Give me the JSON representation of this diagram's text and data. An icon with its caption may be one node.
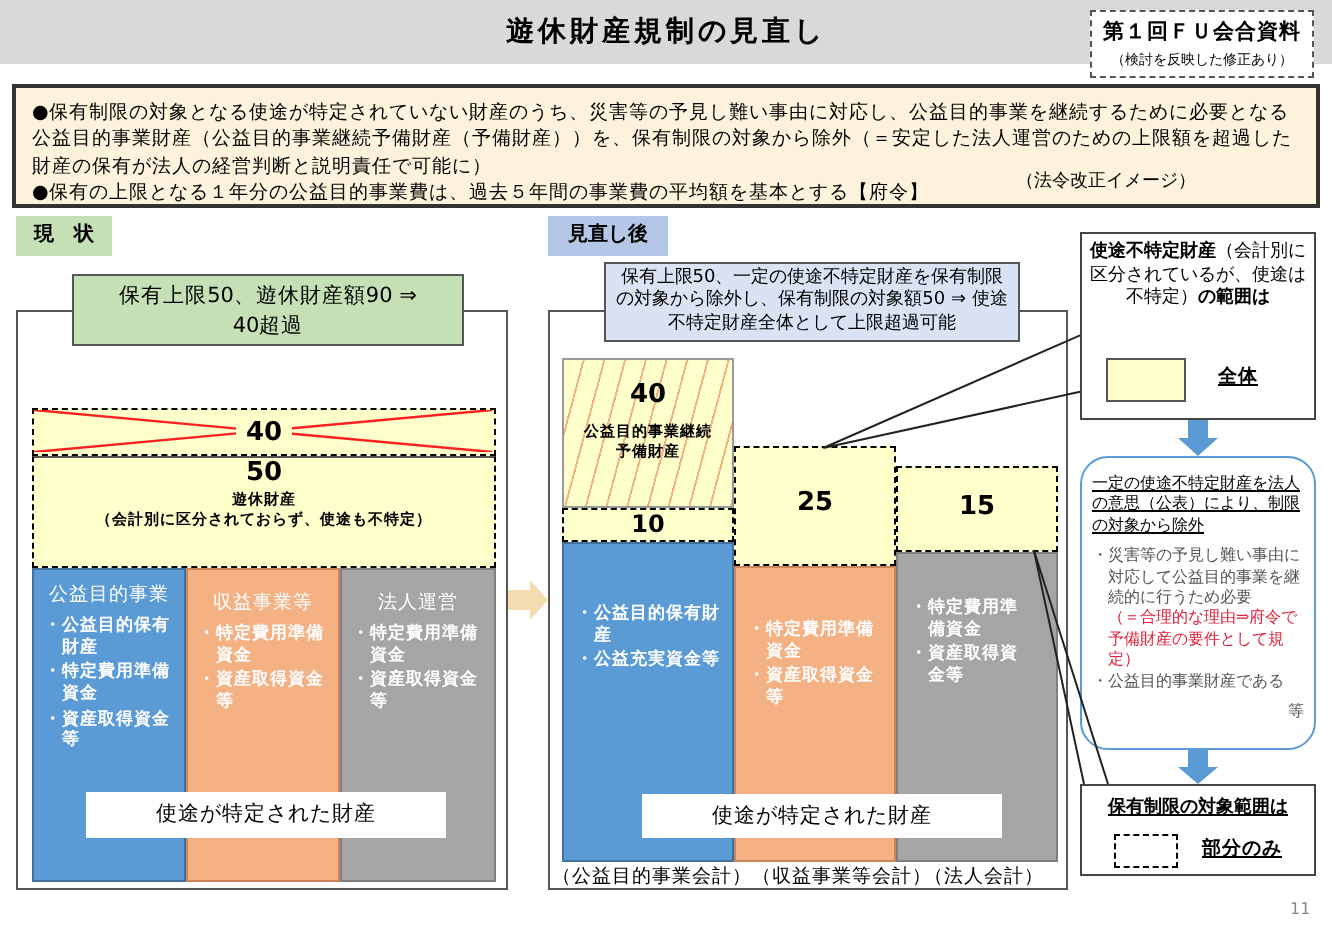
{
  "diagram": {
    "title": "遊休財産規制の見直し",
    "nodes": [
      {
        "text": [
          "第１回ＦＵ会合資料",
          "（検討を反映した修正あり）"
        ]
      },
      {
        "text": [
          "●保有制限の対象となる使途が特定されていない財産のうち、災害等の予見し難い事由に対応し、公益目的事業を継続するために必要となる公益目的事業財産（公益目的事業継続予備財産（予備財産））を、保有制限の対象から除外（＝安定した法人運営のための上限額を超過した財産の保有が法人の経営判断と説明責任で可能に）",
          "●保有の上限となる１年分の公益目的事業費は、過去５年間の事業費の平均額を基本とする【府令】",
          "（法令改正イメージ）"
        ]
      },
      {
        "text": [
          "現　状"
        ]
      },
      {
        "text": [],
        "shape": "box"
      },
      {
        "text": [
          "保有上限50、遊休財産額90 ⇒ 40超過"
        ]
      },
      {
        "text": [
          "40"
        ],
        "in": 3
      },
      {
        "text": [
          "50",
          "遊休財産",
          "（会計別に区分されておらず、使途も不特定）"
        ],
        "in": 3
      },
      {
        "text": [
          "公益目的事業",
          "・公益目的保有財産",
          "・特定費用準備資金",
          "・資産取得資金等"
        ],
        "in": 3
      },
      {
        "text": [
          "収益事業等",
          "・特定費用準備資金",
          "・資産取得資金等"
        ],
        "in": 3
      },
      {
        "text": [
          "法人運営",
          "・特定費用準備資金",
          "・資産取得資金等"
        ],
        "in": 3
      },
      {
        "text": [
          "使途が特定された財産"
        ],
        "in": 3
      },
      {
        "text": [
          "見直し後"
        ]
      },
      {
        "text": [],
        "shape": "box"
      },
      {
        "text": [
          "保有上限50、一定の使途不特定財産を保有制限の対象から除外し、保有制限の対象額50 ⇒ 使途不特定財産全体として上限超過可能"
        ]
      },
      {
        "text": [
          "40",
          "公益目的事業継続予備財産"
        ],
        "in": 12
      },
      {
        "text": [
          "10"
        ],
        "in": 12
      },
      {
        "text": [
          "25"
        ],
        "in": 12
      },
      {
        "text": [
          "15"
        ],
        "in": 12
      },
      {
        "text": [
          "・公益目的保有財産",
          "・公益充実資金等"
        ],
        "in": 12
      },
      {
        "text": [
          "・特定費用準備資金",
          "・資産取得資金等"
        ],
        "in": 12
      },
      {
        "text": [
          "・特定費用準備資金",
          "・資産取得資金等"
        ],
        "in": 12
      },
      {
        "text": [
          "使途が特定された財産"
        ],
        "in": 12
      },
      {
        "text": [
          "**使途不特定財産**（会計別に区分されているが、使途は不特定）**の範囲は**",
          "全体"
        ]
      },
      {
        "text": [],
        "shape": "box",
        "in": 22
      },
      {
        "text": [
          "一定の使途不特定財産を法人の意思（公表）により、制限の対象から除外",
          "・災害等の予見し難い事由に対応して公益目的事業を継続的に行うため必要",
          "（＝合理的な理由⇒府令で予備財産の要件として規定）",
          "・公益目的事業財産である",
          "等"
        ]
      },
      {
        "text": [
          "保有制限の対象範囲は",
          "部分のみ"
        ]
      },
      {
        "text": [],
        "shape": "box",
        "in": 25
      }
    ],
    "edges": [
      {
        "from": 3,
        "to": 12,
        "arrow": "to",
        "style": "thick",
        "color": "#f2dcb0"
      },
      {
        "from": 22,
        "to": 16,
        "arrow": "none"
      },
      {
        "from": 25,
        "to": 17,
        "arrow": "none"
      },
      {
        "from": 22,
        "to": 24,
        "arrow": "to",
        "style": "thick",
        "color": "#5b9bd5"
      },
      {
        "from": 24,
        "to": 25,
        "arrow": "to",
        "style": "thick",
        "color": "#5b9bd5"
      }
    ],
    "labels": [
      "（公益目的事業会計）（収益事業等会計）",
      "（法人会計）",
      "11"
    ]
  }
}
